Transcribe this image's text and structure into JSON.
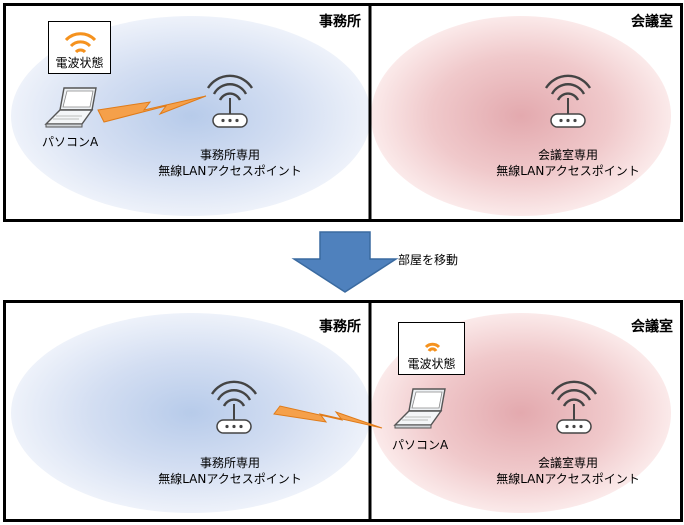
{
  "rooms": {
    "office": "事務所",
    "meeting": "会議室"
  },
  "access_points": {
    "office_line1": "事務所専用",
    "office_line2": "無線LANアクセスポイント",
    "meeting_line1": "会議室専用",
    "meeting_line2": "無線LANアクセスポイント"
  },
  "pc_label": "パソコンA",
  "status_label": "電波状態",
  "transition_label": "部屋を移動",
  "colors": {
    "office_zone": "#c9d7f0",
    "meeting_zone": "#e8b9b9",
    "signal": "#f5a623",
    "arrow": "#4f81bd"
  }
}
